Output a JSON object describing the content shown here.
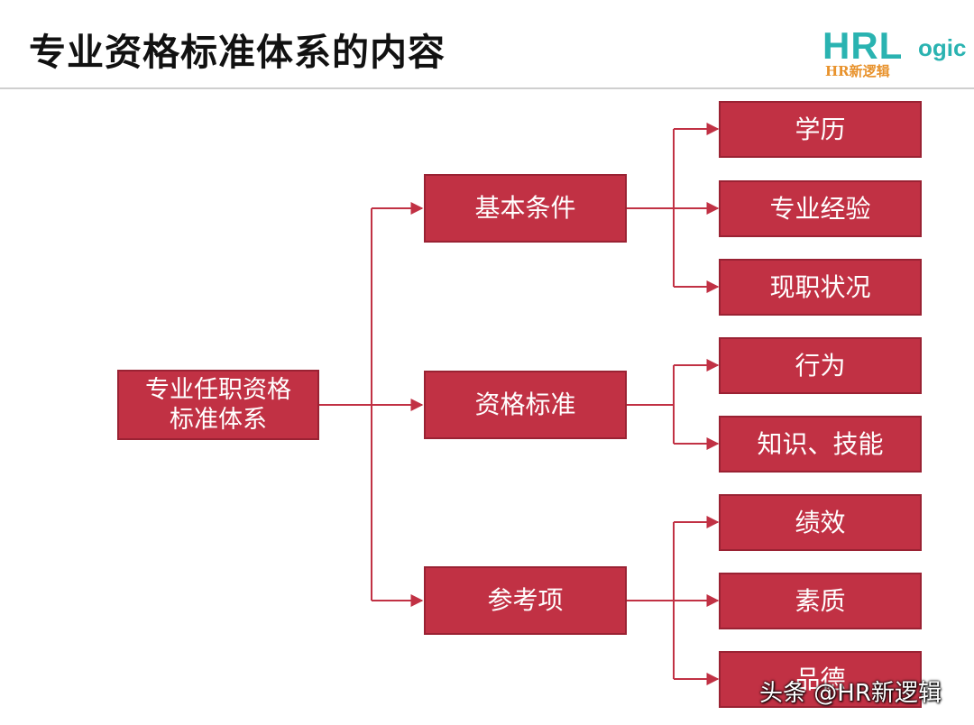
{
  "slide": {
    "title": "专业资格标准体系的内容"
  },
  "logo": {
    "main": "HRL",
    "suffix": "ogic",
    "subtitle": "HR新逻辑"
  },
  "diagram": {
    "root": "专业任职资格\n标准体系",
    "branches": [
      {
        "label": "基本条件",
        "children": [
          "学历",
          "专业经验",
          "现职状况"
        ]
      },
      {
        "label": "资格标准",
        "children": [
          "行为",
          "知识、技能"
        ]
      },
      {
        "label": "参考项",
        "children": [
          "绩效",
          "素质",
          "品德"
        ]
      }
    ]
  },
  "watermark": "头条 @HR新逻辑",
  "colors": {
    "box_fill": "#c13144",
    "box_border": "#9a2233",
    "connector": "#c13144",
    "logo_teal": "#2ab3b1",
    "logo_orange": "#e8922c"
  }
}
